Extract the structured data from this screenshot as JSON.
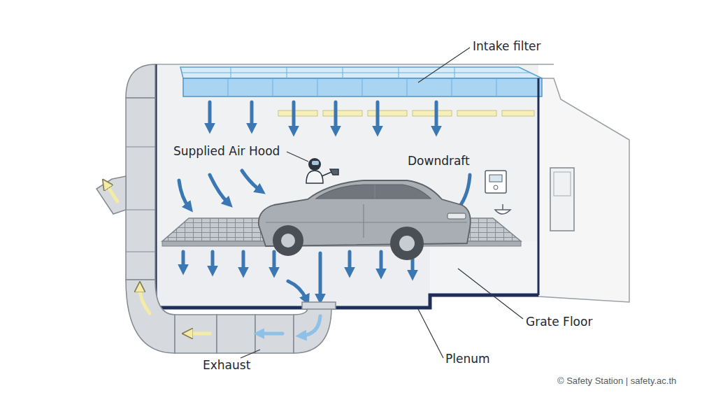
{
  "diagram": {
    "labels": [
      "Intake filter",
      "Supplied Air Hood",
      "Downdraft",
      "Grate Floor",
      "Plenum",
      "Exhaust",
      "© Safety Station | safety.ac.th"
    ]
  }
}
